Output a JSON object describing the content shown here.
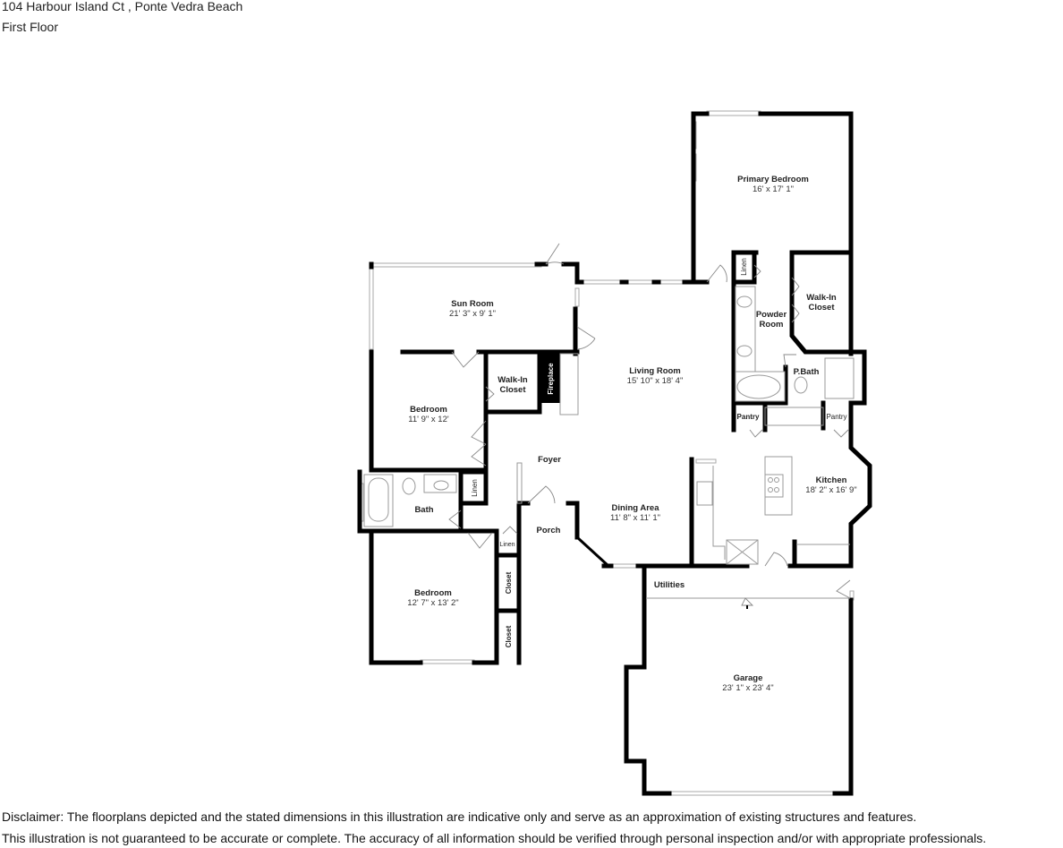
{
  "header": {
    "address": "104 Harbour Island Ct , Ponte Vedra Beach",
    "floor": "First Floor"
  },
  "rooms": {
    "primary_bedroom": {
      "name": "Primary Bedroom",
      "dims": "16' x 17' 1\""
    },
    "sun_room": {
      "name": "Sun Room",
      "dims": "21' 3\" x 9' 1\""
    },
    "living_room": {
      "name": "Living Room",
      "dims": "15' 10\" x 18' 4\""
    },
    "bedroom_1": {
      "name": "Bedroom",
      "dims": "11' 9\" x 12'"
    },
    "bedroom_2": {
      "name": "Bedroom",
      "dims": "12' 7\" x 13' 2\""
    },
    "kitchen": {
      "name": "Kitchen",
      "dims": "18' 2\" x 16' 9\""
    },
    "dining_area": {
      "name": "Dining Area",
      "dims": "11' 8\" x 11' 1\""
    },
    "garage": {
      "name": "Garage",
      "dims": "23' 1\" x 23' 4\""
    },
    "powder_room": {
      "name1": "Powder",
      "name2": "Room"
    },
    "walk_in_closet_primary": {
      "name1": "Walk-In",
      "name2": "Closet"
    },
    "walk_in_closet_bedroom": {
      "name1": "Walk-In",
      "name2": "Closet"
    },
    "p_bath": {
      "name": "P.Bath"
    },
    "pantry_left": {
      "name": "Pantry"
    },
    "pantry_right": {
      "name": "Pantry"
    },
    "foyer": {
      "name": "Foyer"
    },
    "porch": {
      "name": "Porch"
    },
    "bath": {
      "name": "Bath"
    },
    "utilities": {
      "name": "Utilities"
    },
    "fireplace": {
      "name": "Fireplace"
    },
    "linen_primary": {
      "name": "Linen"
    },
    "linen_bath": {
      "name": "Linen"
    },
    "linen_hall": {
      "name": "Linen"
    },
    "closet_1": {
      "name": "Closet"
    },
    "closet_2": {
      "name": "Closet"
    }
  },
  "disclaimer": {
    "line1": "Disclaimer: The floorplans depicted and the stated dimensions in this illustration are indicative only and serve as an approximation of existing structures and features.",
    "line2": "This illustration is not guaranteed to be accurate or complete. The accuracy of all information should be verified through personal inspection and/or with appropriate professionals."
  }
}
